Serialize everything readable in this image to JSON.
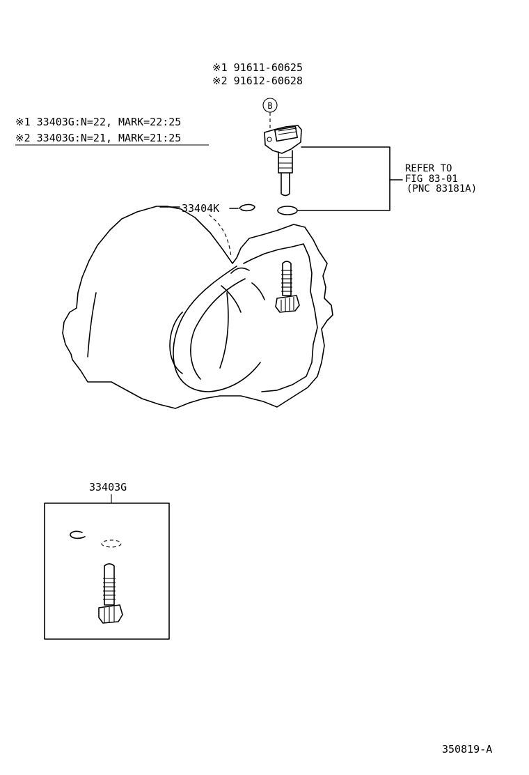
{
  "part_refs": {
    "bolt_1": "※1 91611-60625",
    "bolt_2": "※2 91612-60628",
    "callout_letter": "B",
    "clip": "33404K",
    "kit": "33403G",
    "figure_id": "350819-A"
  },
  "notes": {
    "note_1": "※1 33403G:N=22, MARK=22:25",
    "note_2": "※2 33403G:N=21, MARK=21:25"
  },
  "refer": {
    "line1": "REFER TO",
    "line2": "FIG 83-01",
    "line3": "(PNC 83181A)"
  }
}
